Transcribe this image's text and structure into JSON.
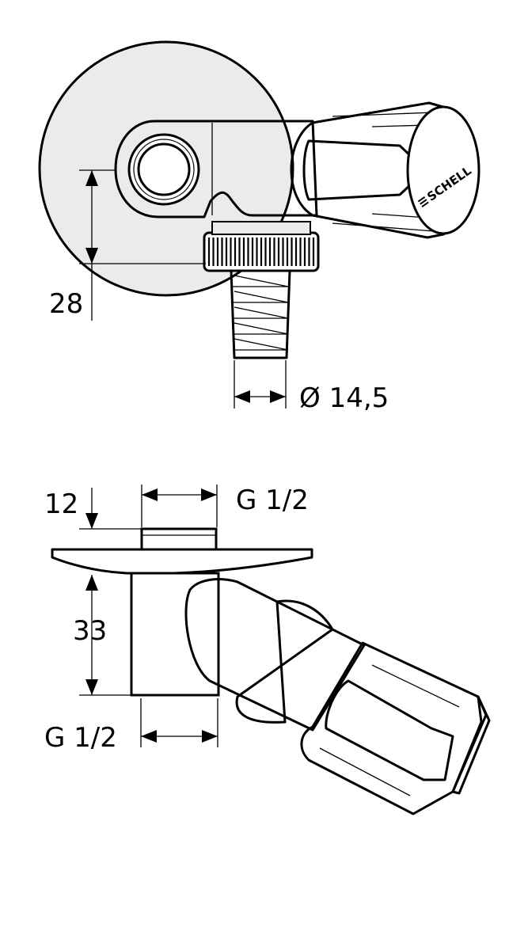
{
  "drawing": {
    "top_view": {
      "logo": "SCHELL",
      "dim_height": "28",
      "dim_diameter": "Ø 14,5"
    },
    "side_view": {
      "dim_top_depth": "12",
      "dim_top_thread": "G 1/2",
      "dim_height": "33",
      "dim_bottom_thread": "G 1/2"
    },
    "colors": {
      "stroke": "#000000",
      "fill_light": "#ebebeb",
      "fill_white": "#ffffff",
      "fill_mid": "#d4d4d4"
    }
  }
}
